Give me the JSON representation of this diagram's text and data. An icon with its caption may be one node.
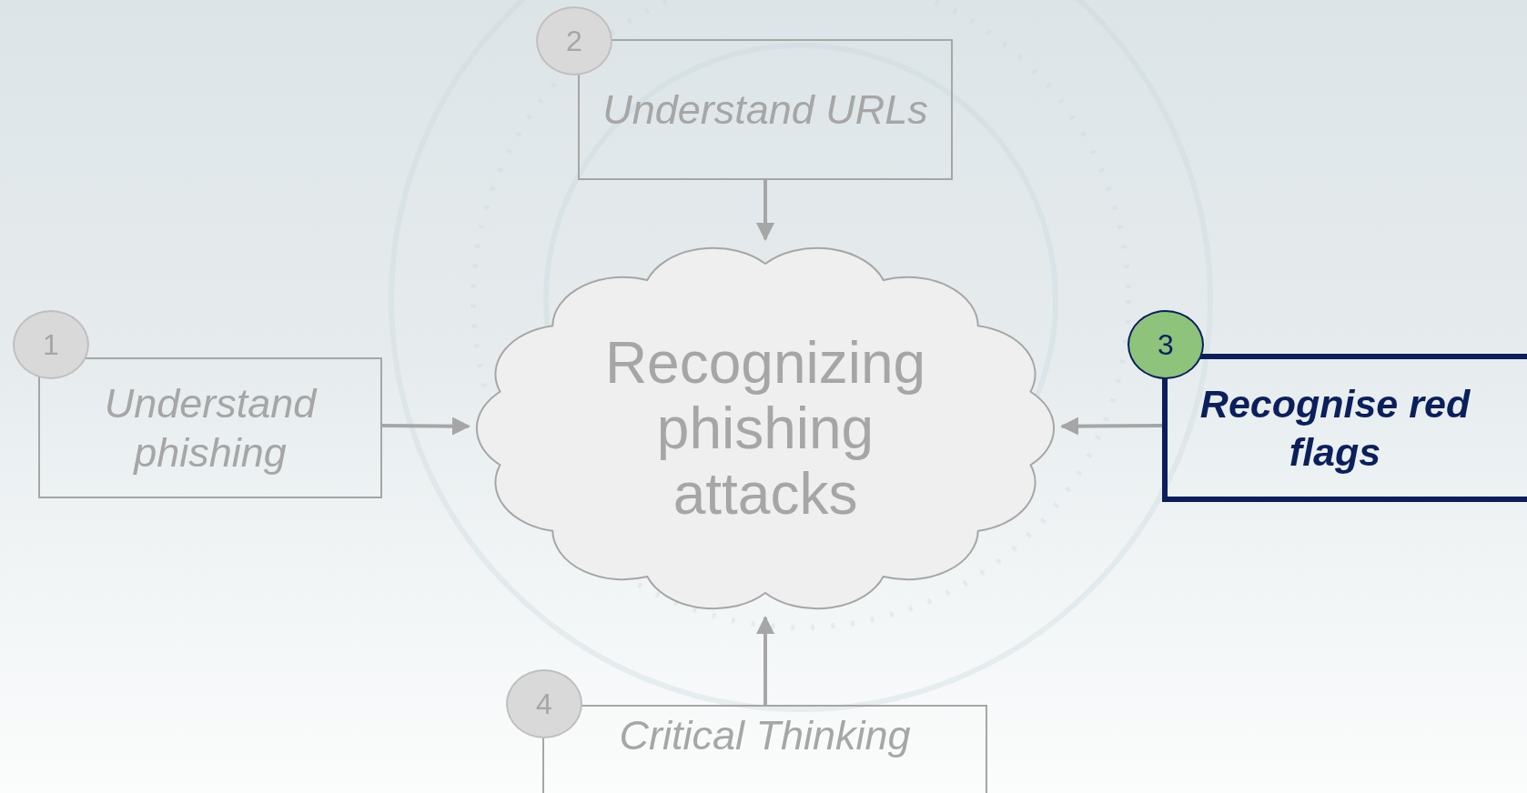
{
  "diagram": {
    "nodes": [
      {
        "text": [
          "Recognizing phishing attacks"
        ]
      },
      {
        "text": [
          "Understand phishing"
        ]
      },
      {
        "text": [
          "1"
        ]
      },
      {
        "text": [
          "Understand URLs"
        ]
      },
      {
        "text": [
          "2"
        ]
      },
      {
        "text": [
          "Recognise red flags"
        ]
      },
      {
        "text": [
          "3"
        ]
      },
      {
        "text": [
          "Critical Thinking"
        ]
      },
      {
        "text": [
          "4"
        ]
      }
    ],
    "edges": [
      {
        "from": 1,
        "to": 0,
        "arrow": "to"
      },
      {
        "from": 3,
        "to": 0,
        "arrow": "to"
      },
      {
        "from": 5,
        "to": 0,
        "arrow": "to"
      },
      {
        "from": 7,
        "to": 0,
        "arrow": "to"
      }
    ]
  }
}
